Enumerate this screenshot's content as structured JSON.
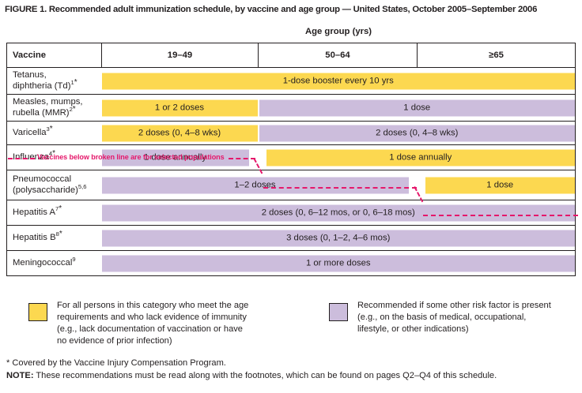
{
  "figure": {
    "title": "FIGURE 1. Recommended adult immunization schedule, by vaccine and age group — United States, October 2005–September 2006"
  },
  "table": {
    "age_group_header": "Age group (yrs)",
    "vaccine_header": "Vaccine",
    "age_columns": [
      "19–49",
      "50–64",
      "≥65"
    ],
    "broken_line_note": "Vaccines below broken line are for selected populations",
    "rows": [
      {
        "name": "Tetanus,",
        "name_line2": "diphtheria (Td)",
        "footnote": "1",
        "star": "*",
        "cells": [
          {
            "label": "1-dose booster every 10 yrs",
            "color": "yellow",
            "span": "all"
          }
        ]
      },
      {
        "name": "Measles, mumps,",
        "name_line2": "rubella (MMR)",
        "footnote": "2",
        "star": "*",
        "cells": [
          {
            "label": "1 or 2 doses",
            "color": "yellow",
            "span": "a"
          },
          {
            "label": "1 dose",
            "color": "purple",
            "span": "bc"
          }
        ]
      },
      {
        "name": "Varicella",
        "name_line2": "",
        "footnote": "3",
        "star": "*",
        "cells": [
          {
            "label": "2 doses (0, 4–8 wks)",
            "color": "yellow",
            "span": "a"
          },
          {
            "label": "2 doses (0, 4–8 wks)",
            "color": "purple",
            "span": "bc"
          }
        ]
      },
      {
        "name": "Influenza",
        "name_line2": "",
        "footnote": "4",
        "star": "*",
        "cells": [
          {
            "label": "1 dose annually",
            "color": "purple",
            "span": "a"
          },
          {
            "label": "1 dose annually",
            "color": "yellow",
            "span": "bc"
          }
        ]
      },
      {
        "name": "Pneumococcal",
        "name_line2": "(polysaccharide)",
        "footnote": "5,6",
        "star": "",
        "cells": [
          {
            "label": "1–2 doses",
            "color": "purple",
            "span": "ab"
          },
          {
            "label": "1 dose",
            "color": "yellow",
            "span": "c"
          }
        ]
      },
      {
        "name": "Hepatitis A",
        "name_line2": "",
        "footnote": "7",
        "star": "*",
        "cells": [
          {
            "label": "2 doses (0, 6–12 mos, or 0, 6–18 mos)",
            "color": "purple",
            "span": "all"
          }
        ]
      },
      {
        "name": "Hepatitis B",
        "name_line2": "",
        "footnote": "8",
        "star": "*",
        "cells": [
          {
            "label": "3 doses (0, 1–2, 4–6 mos)",
            "color": "purple",
            "span": "all"
          }
        ]
      },
      {
        "name": "Meningococcal",
        "name_line2": "",
        "footnote": "9",
        "star": "",
        "cells": [
          {
            "label": "1 or more doses",
            "color": "purple",
            "span": "all"
          }
        ]
      }
    ]
  },
  "legend": {
    "yellow": {
      "swatch_color": "#fcd850",
      "lines": [
        "For all persons in this category who meet the age",
        "requirements and who lack evidence of immunity",
        "(e.g., lack documentation of vaccination or have",
        "no evidence of prior infection)"
      ]
    },
    "purple": {
      "swatch_color": "#ccbddc",
      "lines": [
        "Recommended if some other risk factor is present",
        "(e.g., on the basis of medical, occupational,",
        "lifestyle, or other indications)"
      ]
    }
  },
  "footnotes": {
    "star_note": "* Covered by the Vaccine Injury Compensation Program.",
    "note_label": "NOTE:",
    "note_text": " These recommendations must be read along with the footnotes, which can be found on pages Q2–Q4 of this schedule."
  },
  "colors": {
    "yellow": "#fcd850",
    "purple": "#ccbddc",
    "broken_line": "#e5186b",
    "rule": "#231f20"
  }
}
